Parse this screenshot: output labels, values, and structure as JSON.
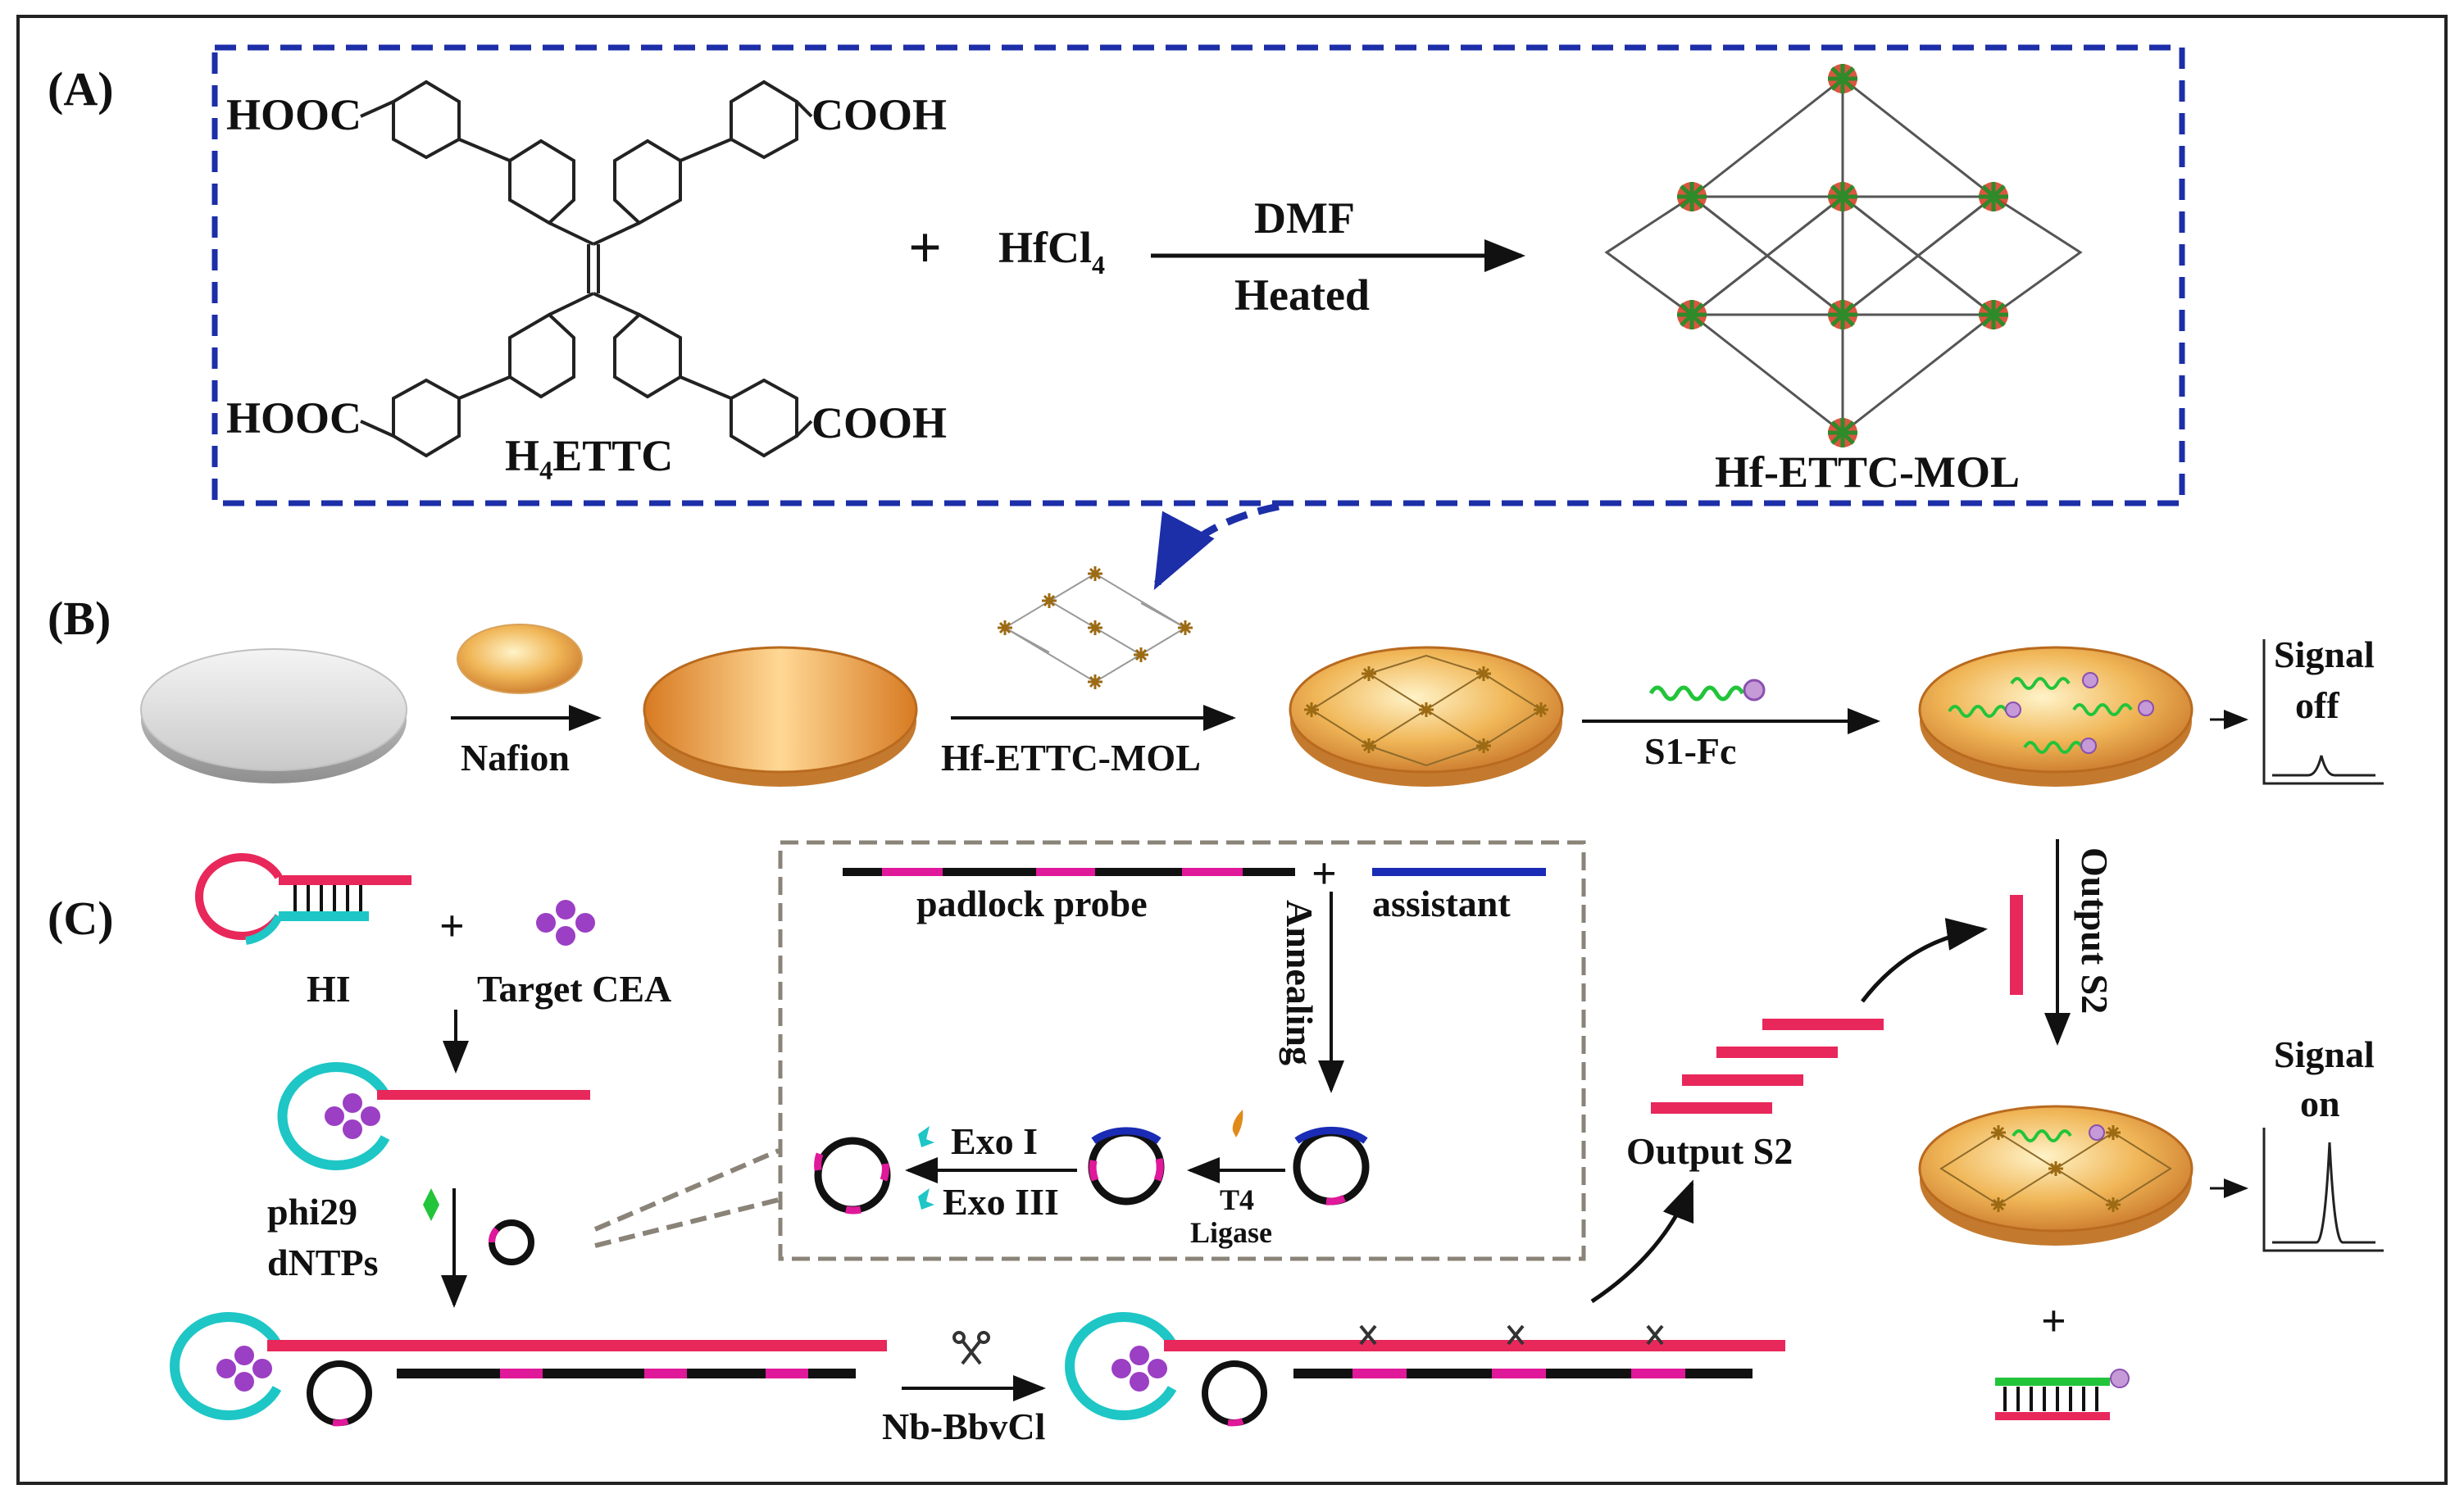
{
  "panels": {
    "a": "(A)",
    "b": "(B)",
    "c": "(C)"
  },
  "panel_a": {
    "hooc_top": "HOOC",
    "hooc_bottom": "HOOC",
    "cooh_top": "COOH",
    "cooh_bottom": "COOH",
    "ligand_name": "H₄ETTC",
    "plus": "+",
    "reagent": "HfCl",
    "reagent_sub": "4",
    "arrow_top": "DMF",
    "arrow_bottom": "Heated",
    "product": "Hf-ETTC-MOL"
  },
  "panel_b": {
    "step1": "Nafion",
    "step2": "Hf-ETTC-MOL",
    "step3": "S1-Fc",
    "signal_off_1": "Signal",
    "signal_off_2": "off"
  },
  "panel_c": {
    "hi": "HI",
    "plus1": "+",
    "target": "Target CEA",
    "phi29": "phi29",
    "dntps": "dNTPs",
    "padlock": "padlock probe",
    "plus2": "+",
    "assistant": "assistant",
    "annealing": "Annealing",
    "exo1": "Exo I",
    "exo3": "Exo III",
    "t4": "T4",
    "ligase": "Ligase",
    "nb": "Nb-BbvCl",
    "output_s2_a": "Output S2",
    "output_s2_b": "Output S2",
    "signal_on_1": "Signal",
    "signal_on_2": "on",
    "plus3": "+"
  },
  "colors": {
    "dashed_blue": "#1c2ea8",
    "pink": "#e8275a",
    "magenta": "#e0189a",
    "cyan": "#1ec6c6",
    "purple": "#9b3fc4",
    "green": "#22c43a",
    "gold": "#e7a23c",
    "dashed_gray": "#8a8377"
  }
}
